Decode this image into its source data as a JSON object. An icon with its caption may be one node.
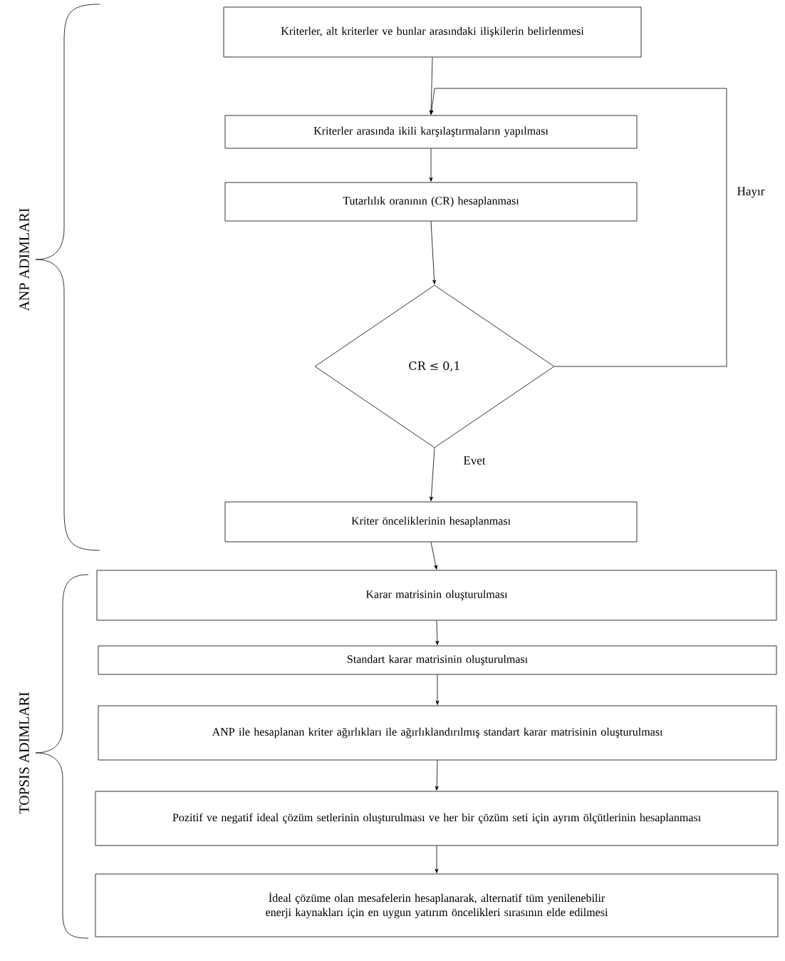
{
  "diagram": {
    "nodes": [
      {
        "text": [
          "Kriterler, alt kriterler ve bunlar arasındaki ilişkilerin belirlenmesi"
        ]
      },
      {
        "text": [
          "Kriterler arasında ikili karşılaştırmaların yapılması"
        ]
      },
      {
        "text": [
          "Tutarlılık oranının (CR) hesaplanması"
        ]
      },
      {
        "text": [
          "CR ≤ 0,1"
        ]
      },
      {
        "text": [
          "Kriter önceliklerinin hesaplanması"
        ]
      },
      {
        "text": [
          "Karar matrisinin oluşturulması"
        ]
      },
      {
        "text": [
          "Standart karar matrisinin oluşturulması"
        ]
      },
      {
        "text": [
          "ANP ile hesaplanan kriter ağırlıkları ile ağırlıklandırılmış standart karar matrisinin oluşturulması"
        ]
      },
      {
        "text": [
          "Pozitif ve negatif ideal çözüm setlerinin oluşturulması ve her bir çözüm seti için ayrım ölçütlerinin hesaplanması"
        ]
      },
      {
        "text": [
          "İdeal çözüme olan mesafelerin hesaplanarak, alternatif tüm yenilenebilir enerji kaynakları için en uygun yatırım öncelikleri sırasının elde edilmesi"
        ]
      }
    ],
    "edges": [
      {
        "from": 0,
        "to": 1,
        "arrow": "to"
      },
      {
        "from": 1,
        "to": 2,
        "arrow": "to"
      },
      {
        "from": 2,
        "to": 3,
        "arrow": "to"
      },
      {
        "from": 3,
        "to": 1,
        "arrow": "to",
        "label": "Hayır"
      },
      {
        "from": 3,
        "to": 4,
        "arrow": "to",
        "label": "Evet"
      },
      {
        "from": 4,
        "to": 5,
        "arrow": "to"
      },
      {
        "from": 5,
        "to": 6,
        "arrow": "to"
      },
      {
        "from": 6,
        "to": 7,
        "arrow": "to"
      },
      {
        "from": 7,
        "to": 8,
        "arrow": "to"
      },
      {
        "from": 8,
        "to": 9,
        "arrow": "to"
      }
    ],
    "labels": [
      "ANP ADIMLARI",
      "TOPSIS ADIMLARI"
    ]
  }
}
